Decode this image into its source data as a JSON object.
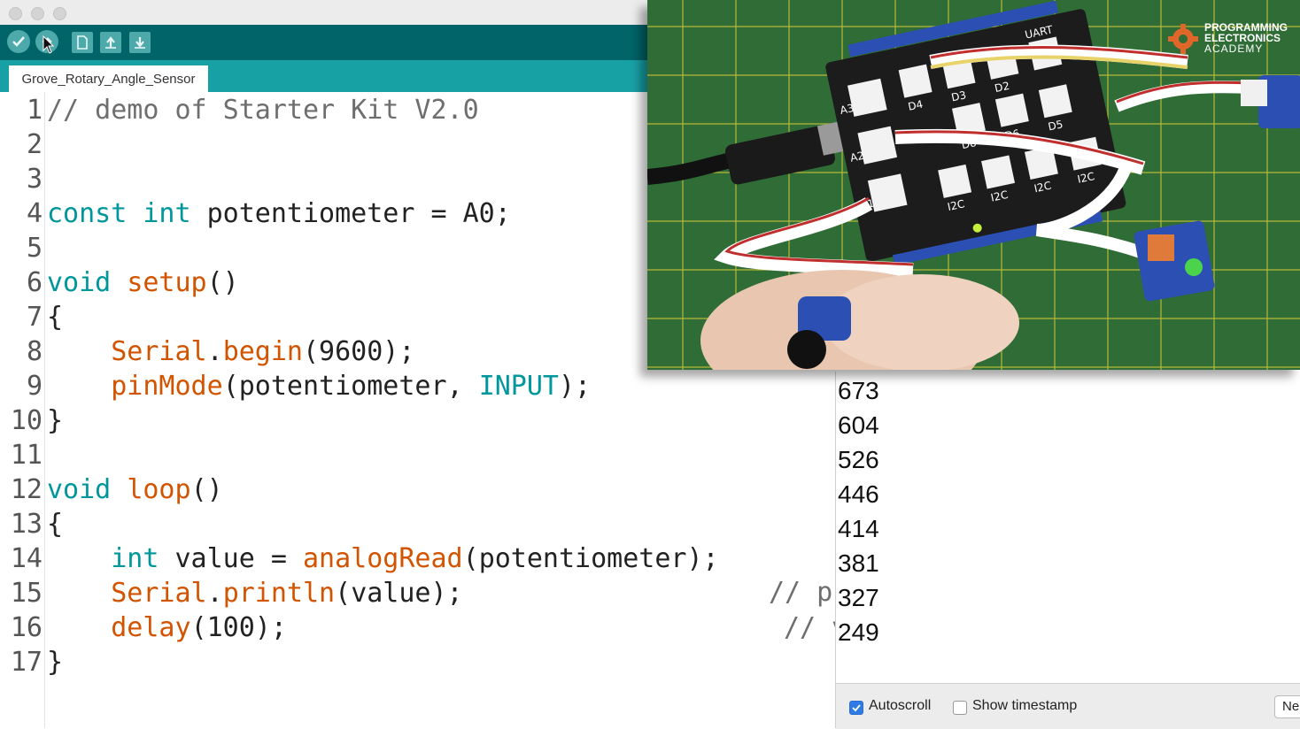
{
  "tab": {
    "label": "Grove_Rotary_Angle_Sensor"
  },
  "icons": {
    "verify": "checkmark-icon",
    "upload": "upload-arrow-icon",
    "new": "new-file-icon",
    "open": "open-arrow-icon",
    "save": "save-arrow-icon"
  },
  "code_lines": [
    {
      "n": "1",
      "text": "// demo of Starter Kit V2.0"
    },
    {
      "n": "2",
      "text": ""
    },
    {
      "n": "3",
      "text": ""
    },
    {
      "n": "4",
      "text": "const int potentiometer = A0;"
    },
    {
      "n": "5",
      "text": ""
    },
    {
      "n": "6",
      "text": "void setup()"
    },
    {
      "n": "7",
      "text": "{"
    },
    {
      "n": "8",
      "text": "    Serial.begin(9600);"
    },
    {
      "n": "9",
      "text": "    pinMode(potentiometer, INPUT);"
    },
    {
      "n": "10",
      "text": "}"
    },
    {
      "n": "11",
      "text": ""
    },
    {
      "n": "12",
      "text": "void loop()"
    },
    {
      "n": "13",
      "text": "{"
    },
    {
      "n": "14",
      "text": "    int value = analogRead(potentiometer);"
    },
    {
      "n": "15",
      "text": "    Serial.println(value);"
    },
    {
      "n": "16",
      "text": "    delay(100);"
    },
    {
      "n": "17",
      "text": "}"
    }
  ],
  "partial_comments": [
    "// p",
    "// v"
  ],
  "serial": {
    "values": [
      "673",
      "604",
      "526",
      "446",
      "414",
      "381",
      "327",
      "249"
    ],
    "autoscroll_label": "Autoscroll",
    "autoscroll_checked": true,
    "timestamp_label": "Show timestamp",
    "timestamp_checked": false,
    "line_ending": "Ne"
  },
  "logo": {
    "line1": "PROGRAMMING",
    "line2": "ELECTRONICS",
    "line3": "ACADEMY"
  },
  "board_labels": [
    "A3",
    "A2",
    "A1",
    "D4",
    "D3",
    "D2",
    "UART",
    "D5",
    "D6",
    "D8",
    "I2C",
    "I2C",
    "I2C",
    "I2C"
  ],
  "colors": {
    "toolbar": "#006468",
    "tabbar": "#17a1a5",
    "keyword": "#00979c",
    "function": "#d35400",
    "mat": "#2f6c36"
  }
}
